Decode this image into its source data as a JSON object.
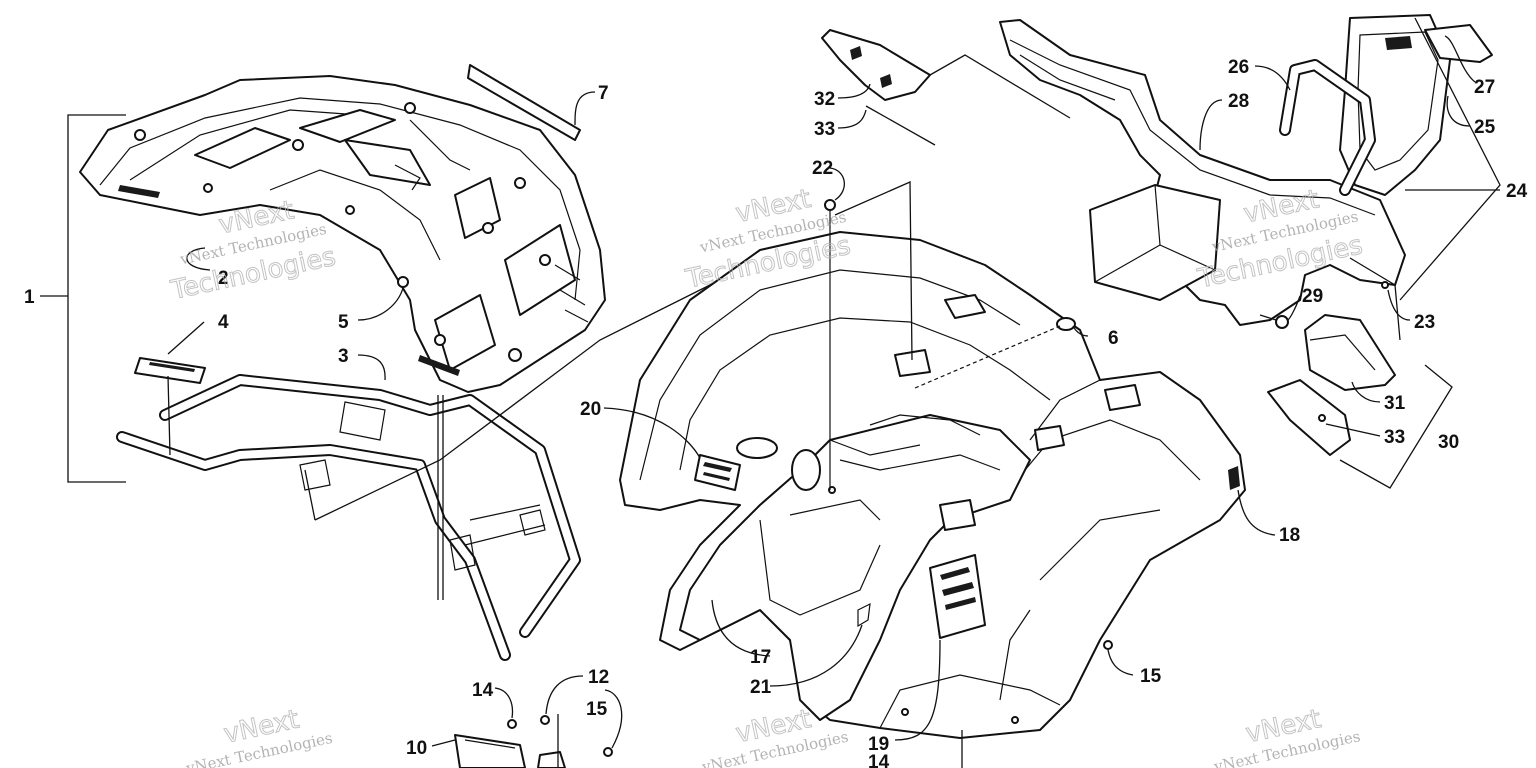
{
  "callouts": [
    {
      "n": "1"
    },
    {
      "n": "2"
    },
    {
      "n": "3"
    },
    {
      "n": "4"
    },
    {
      "n": "5"
    },
    {
      "n": "6"
    },
    {
      "n": "7"
    },
    {
      "n": "10"
    },
    {
      "n": "12"
    },
    {
      "n": "14"
    },
    {
      "n": "15"
    },
    {
      "n": "14"
    },
    {
      "n": "15"
    },
    {
      "n": "17"
    },
    {
      "n": "18"
    },
    {
      "n": "19"
    },
    {
      "n": "20"
    },
    {
      "n": "21"
    },
    {
      "n": "22"
    },
    {
      "n": "23"
    },
    {
      "n": "24"
    },
    {
      "n": "25"
    },
    {
      "n": "26"
    },
    {
      "n": "27"
    },
    {
      "n": "28"
    },
    {
      "n": "29"
    },
    {
      "n": "30"
    },
    {
      "n": "31"
    },
    {
      "n": "32"
    },
    {
      "n": "33"
    },
    {
      "n": "33"
    }
  ],
  "watermark": {
    "line1": "vNext Technologies",
    "line2": "vNext",
    "line3": "Technologies"
  }
}
